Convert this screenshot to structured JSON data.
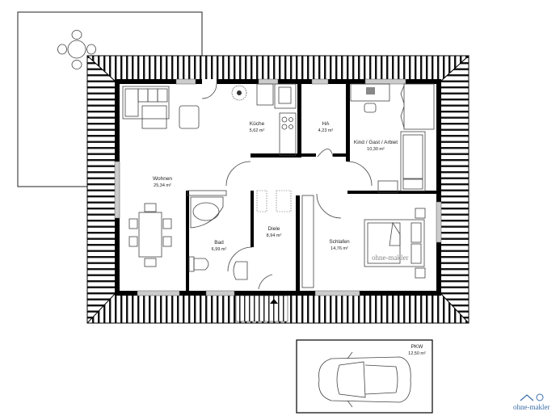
{
  "plan": {
    "rooms": [
      {
        "id": "wohnen",
        "name": "Wohnen",
        "area": "25,34 m²"
      },
      {
        "id": "kueche",
        "name": "Küche",
        "area": "5,62 m²"
      },
      {
        "id": "ha",
        "name": "HA",
        "area": "4,23 m²"
      },
      {
        "id": "kind",
        "name": "Kind / Gast / Arbiet",
        "area": "10,30 m²"
      },
      {
        "id": "bad",
        "name": "Bad",
        "area": "6,99 m²"
      },
      {
        "id": "diele",
        "name": "Diele",
        "area": "8,94 m²"
      },
      {
        "id": "schlafen",
        "name": "Schlafen",
        "area": "14,76 m²"
      },
      {
        "id": "pkw",
        "name": "PKW",
        "area": "12,50 m²"
      }
    ],
    "watermark": "ohne-makler",
    "logo": "ohne-makler"
  },
  "colors": {
    "wall": "#000000",
    "roof": "#111111",
    "window": "#bbbbbb",
    "logo": "#3a6ea8"
  }
}
